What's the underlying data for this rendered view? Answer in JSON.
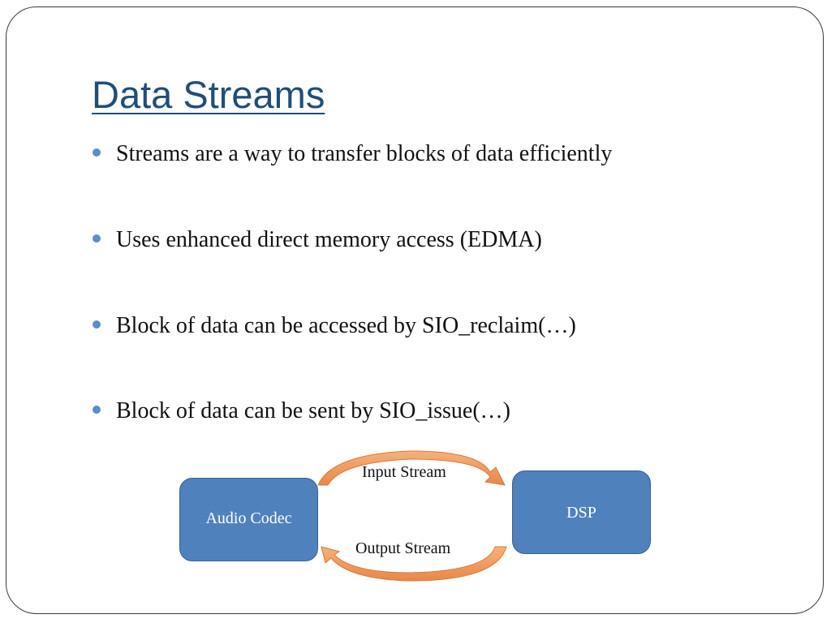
{
  "title": "Data Streams",
  "bullets": [
    "Streams are a way to transfer blocks of data efficiently",
    "Uses enhanced direct memory access (EDMA)",
    "Block of data can be accessed by SIO_reclaim(…)",
    "Block of data can be sent by SIO_issue(…)"
  ],
  "diagram": {
    "left_box": "Audio Codec",
    "right_box": "DSP",
    "top_arrow_label": "Input Stream",
    "bottom_arrow_label": "Output Stream"
  },
  "colors": {
    "title": "#1f4e79",
    "bullet_dot": "#5b8dc7",
    "box_fill": "#4f81bd",
    "arrow_fill": "#f0a062"
  }
}
